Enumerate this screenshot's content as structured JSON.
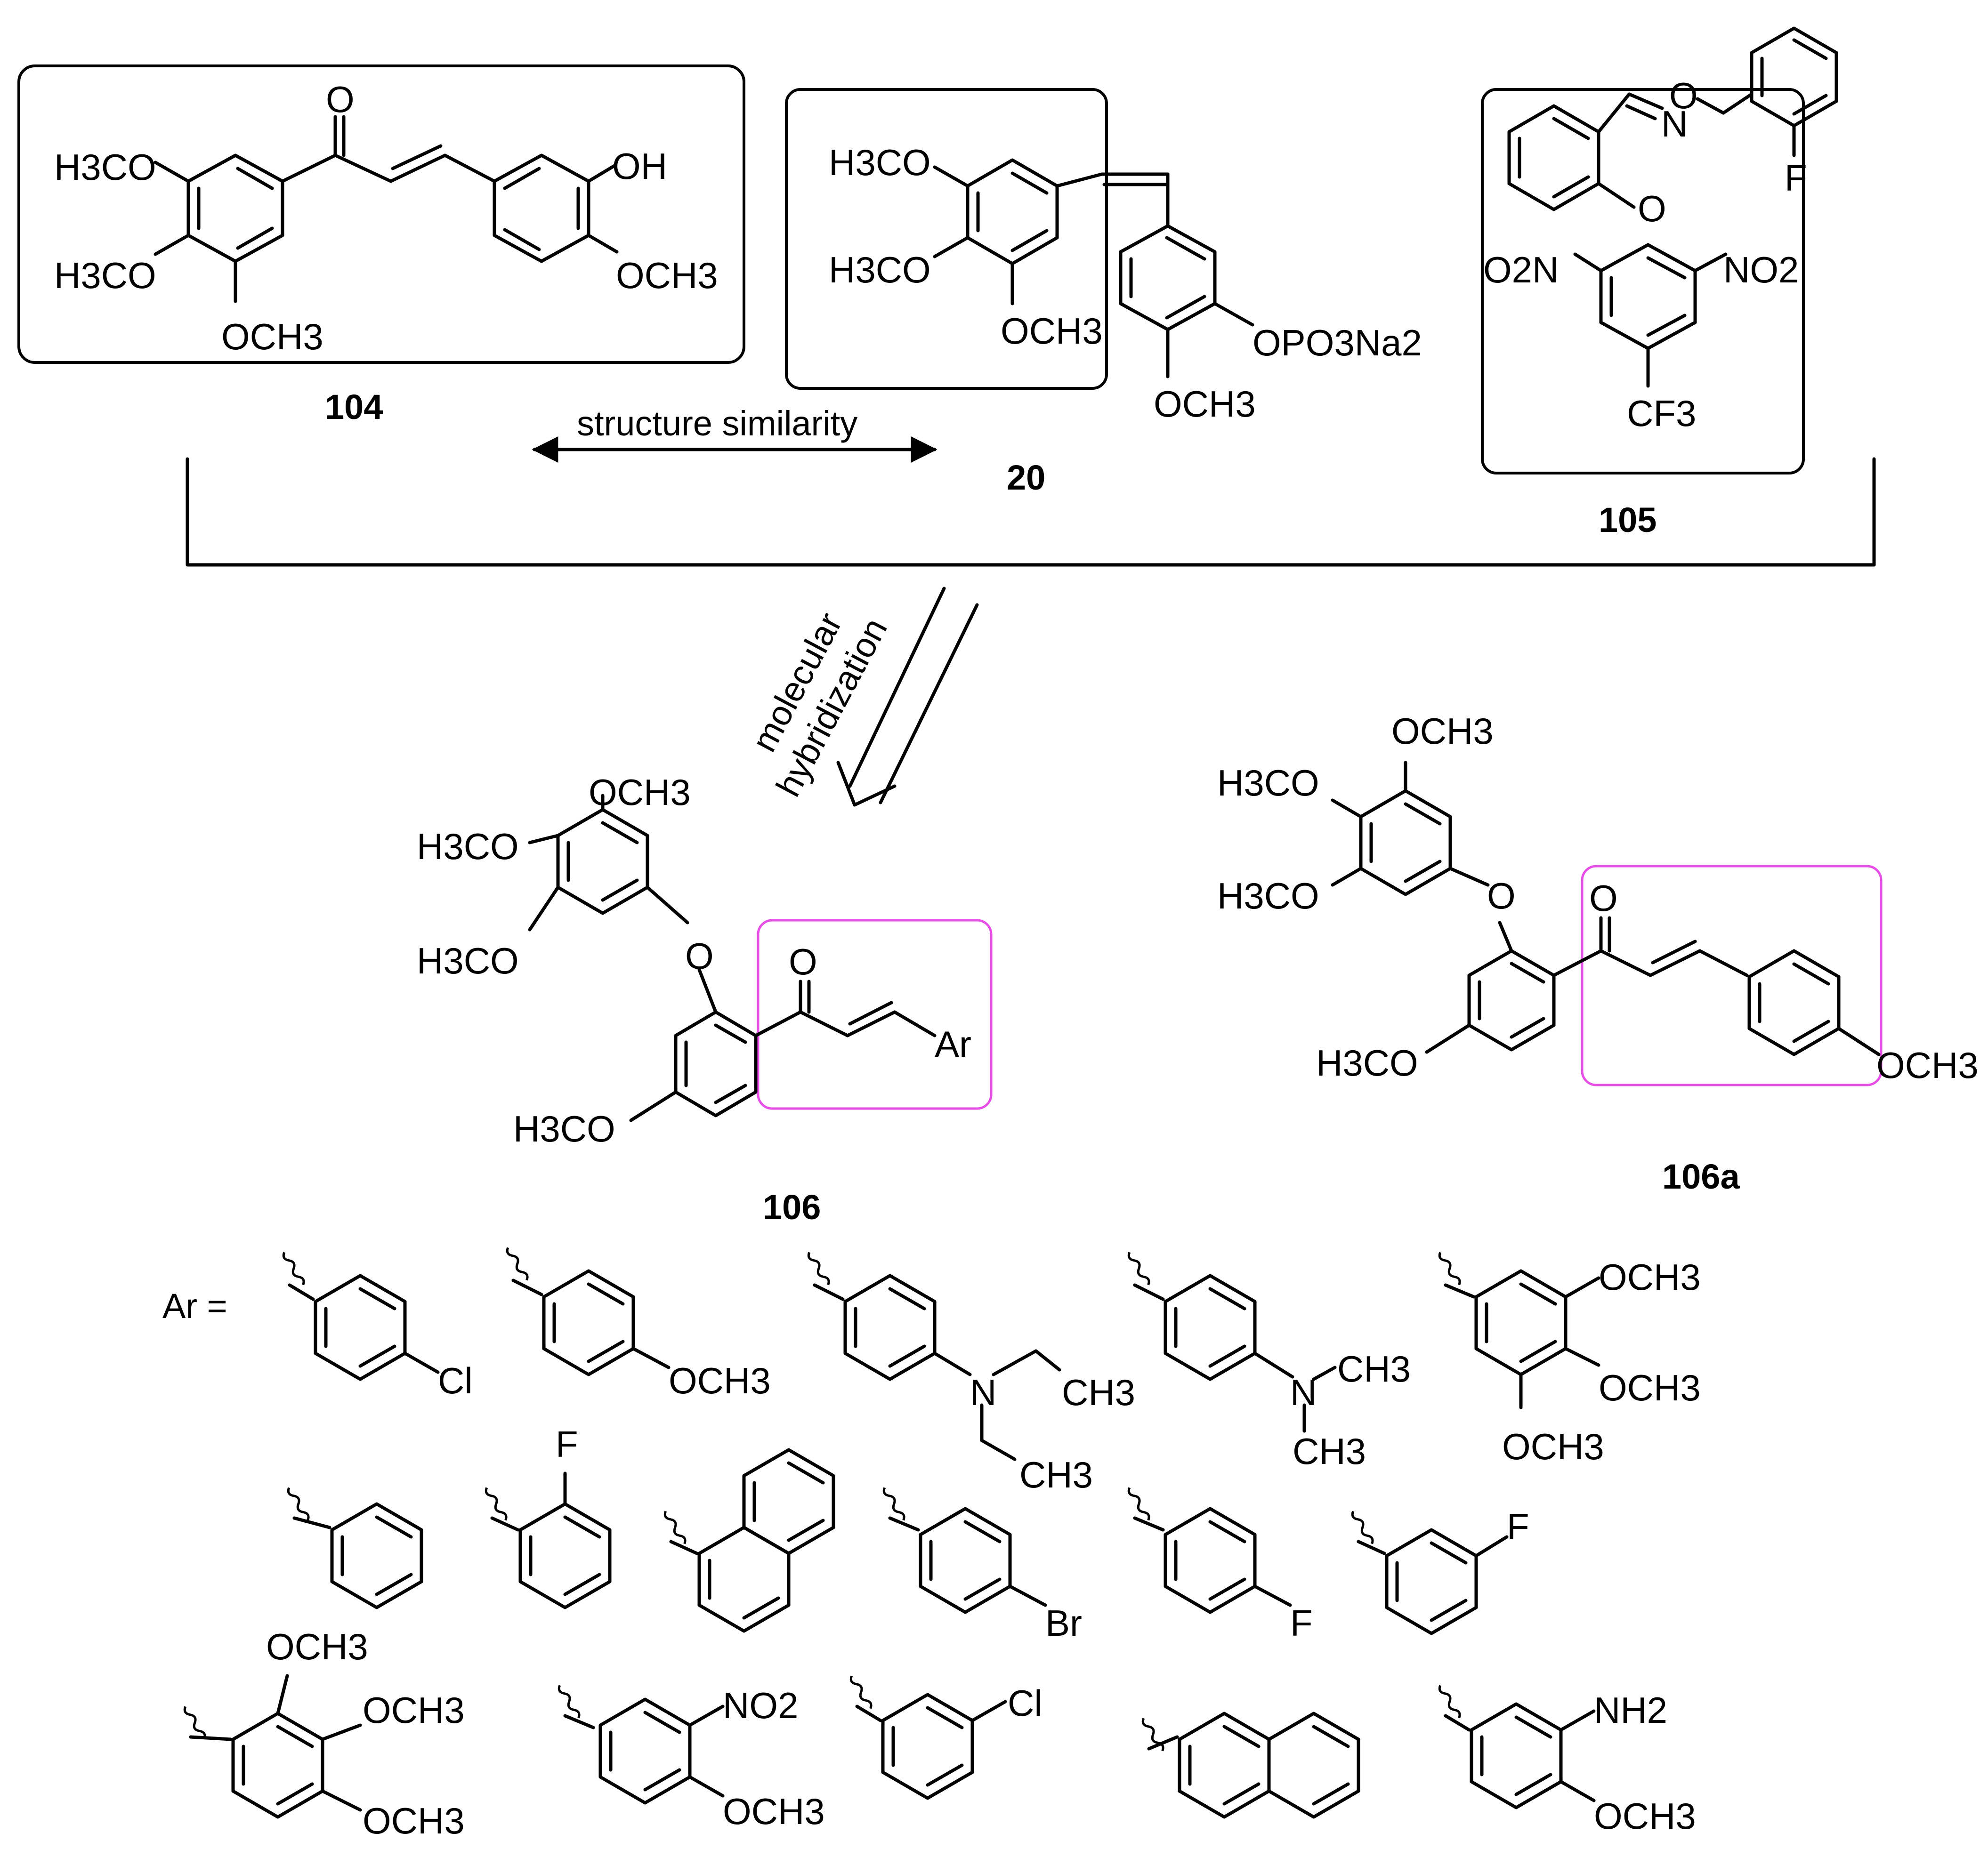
{
  "compounds": {
    "c104": "104",
    "c20": "20",
    "c105": "105",
    "c106": "106",
    "c106a": "106a"
  },
  "annotations": {
    "similarity": "structure similarity",
    "hybrid_line1": "molecular",
    "hybrid_line2": "hybridization",
    "ar_prefix": "Ar ="
  },
  "atoms": {
    "o": "O",
    "oh": "OH",
    "n": "N",
    "f": "F",
    "cl": "Cl",
    "br": "Br",
    "ar": "Ar",
    "h3co": "H3CO",
    "och3": "OCH3",
    "ch3": "CH3",
    "no2": "NO2",
    "o2n": "O2N",
    "cf3": "CF3",
    "nh2": "NH2",
    "opo3na2": "OPO3Na2"
  },
  "colors": {
    "ink": "#000000",
    "highlight_box": "#e64fe6"
  }
}
